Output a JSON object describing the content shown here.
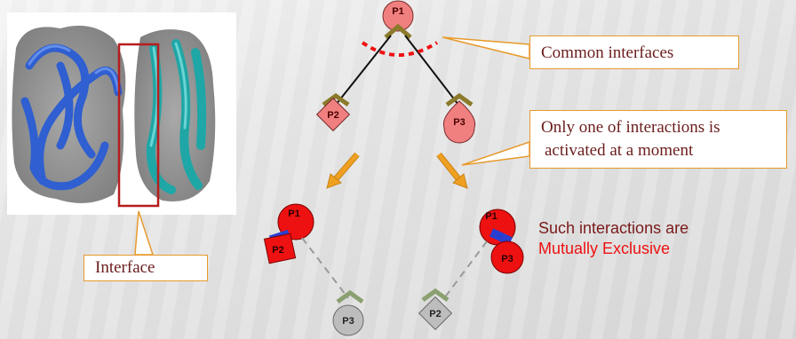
{
  "callouts": {
    "interface": "Interface",
    "common": "Common interfaces",
    "only_one_line1": "Only one of interactions is",
    "only_one_line2": "activated at a  moment"
  },
  "mutex": {
    "line1": "Such  interactions are",
    "line2": "Mutually Exclusive"
  },
  "proteins": {
    "p1": "P1",
    "p2": "P2",
    "p3": "P3"
  },
  "colors": {
    "callout_border": "#e79a2c",
    "callout_text": "#6b1d1d",
    "pink_node": "#f08080",
    "red_node": "#ee1111",
    "blue_interface": "#2a3fd0",
    "inactive_node": "#bdbdbd",
    "interface_marker": "#8b7a2a",
    "dashed_arc": "#ee1111",
    "arrow": "#f0a020",
    "accent_text": "#ee1111"
  }
}
